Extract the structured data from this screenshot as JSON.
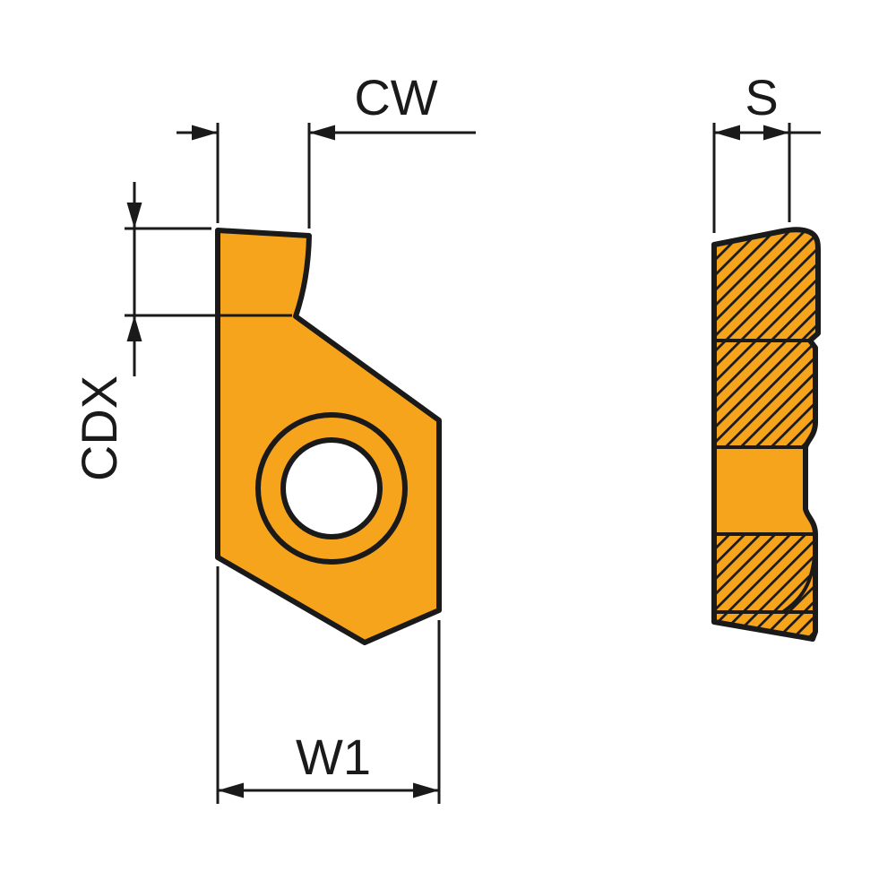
{
  "labels": {
    "cw": "CW",
    "s": "S",
    "cdx": "CDX",
    "w1": "W1"
  },
  "colors": {
    "insert": "#F7A41D",
    "line": "#1A1A1A",
    "hole": "#FFFFFF",
    "background": "#FFFFFF"
  }
}
